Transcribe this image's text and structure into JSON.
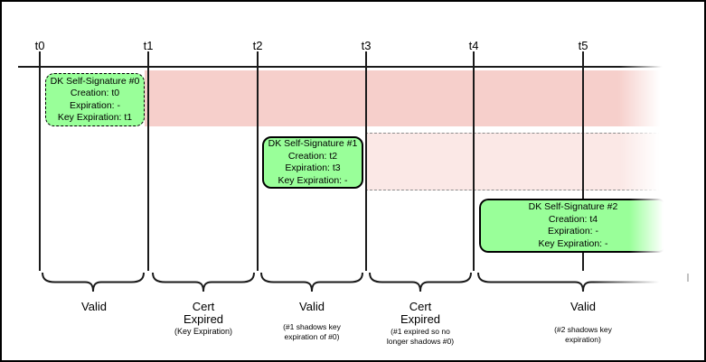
{
  "diagram": {
    "ticks": [
      {
        "label": "t0"
      },
      {
        "label": "t1"
      },
      {
        "label": "t2"
      },
      {
        "label": "t3"
      },
      {
        "label": "t4"
      },
      {
        "label": "t5"
      }
    ],
    "signatures": [
      {
        "title": "DK Self-Signature #0",
        "creation": "Creation: t0",
        "expiration": "Expiration: -",
        "key_expiration": "Key Expiration: t1"
      },
      {
        "title": "DK Self-Signature #1",
        "creation": "Creation: t2",
        "expiration": "Expiration: t3",
        "key_expiration": "Key Expiration: -"
      },
      {
        "title": "DK Self-Signature #2",
        "creation": "Creation: t4",
        "expiration": "Expiration: -",
        "key_expiration": "Key Expiration: -"
      }
    ],
    "periods": [
      {
        "label": "Valid",
        "note": ""
      },
      {
        "label": "Cert Expired",
        "note": "(Key Expiration)"
      },
      {
        "label": "Valid",
        "note": "(#1 shadows key expiration of #0)"
      },
      {
        "label": "Cert Expired",
        "note": "(#1 expired so no longer shadows #0)"
      },
      {
        "label": "Valid",
        "note": "(#2 shadows key expiration)"
      }
    ],
    "colors": {
      "signature_fill": "#99ff99",
      "expired_band": "#f6cfcb",
      "expired_band_faded": "#fbe8e6"
    }
  }
}
